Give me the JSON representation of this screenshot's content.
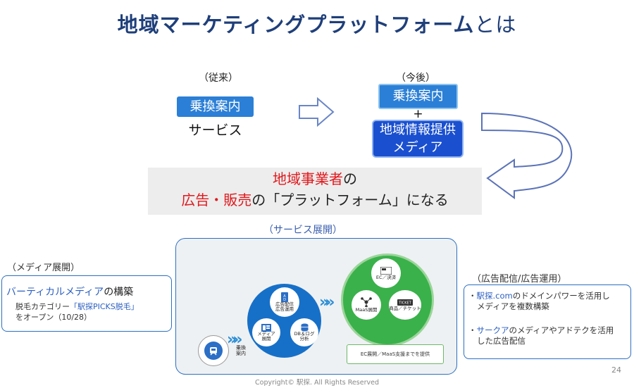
{
  "title": {
    "main": "地域マーケティングプラットフォーム",
    "suffix": "とは"
  },
  "before": {
    "label": "（従来）",
    "box": "乗換案内",
    "text": "サービス"
  },
  "after": {
    "label": "（今後）",
    "box1": "乗換案内",
    "plus": "+",
    "box2_line1": "地域情報提供",
    "box2_line2": "メディア"
  },
  "statement": {
    "line1_red": "地域事業者",
    "line1_rest": "の",
    "line2_red": "広告・販売",
    "line2_rest": "の「プラットフォーム」になる"
  },
  "service": {
    "label": "（サービス展開）",
    "start": {
      "line1": "乗換",
      "line2": "案内"
    },
    "blue_items": [
      {
        "icon": "ad-icon",
        "text1": "広告配信",
        "text2": "広告運用"
      },
      {
        "icon": "media-icon",
        "text1": "メディア",
        "text2": "展開"
      },
      {
        "icon": "database-icon",
        "text1": "DB＆ログ",
        "text2": "分析"
      }
    ],
    "green_items": [
      {
        "icon": "payment-icon",
        "text": "EC／決済"
      },
      {
        "icon": "network-icon",
        "text": "MaaS展開"
      },
      {
        "icon": "ticket-icon",
        "text": "商品／チケット"
      }
    ],
    "note": "EC展開／MaaS支援までを提供"
  },
  "media_panel": {
    "label": "（メディア展開）",
    "head_blue": "バーティカルメディア",
    "head_rest": "の構築",
    "line1_pre": "脱毛カテゴリー",
    "line1_link": "「駅探PICKS脱毛」",
    "line2": "をオープン（10/28）"
  },
  "ad_panel": {
    "label": "（広告配信/広告運用）",
    "item1_blue": "駅探.com",
    "item1_rest": "のドメインパワーを活用し",
    "item1_line2": "メディアを複数構築",
    "item2_blue": "サークア",
    "item2_rest": "のメディアやアドテクを活用",
    "item2_line2": "した広告配信"
  },
  "page_number": "24",
  "copyright": "Copyright© 駅探. All Rights Reserved",
  "colors": {
    "title": "#1f3f7a",
    "accent_red": "#e0191d",
    "box_blue": "#2b7fd6",
    "panel_border": "#2d6fc0",
    "green": "#3ab14a"
  }
}
